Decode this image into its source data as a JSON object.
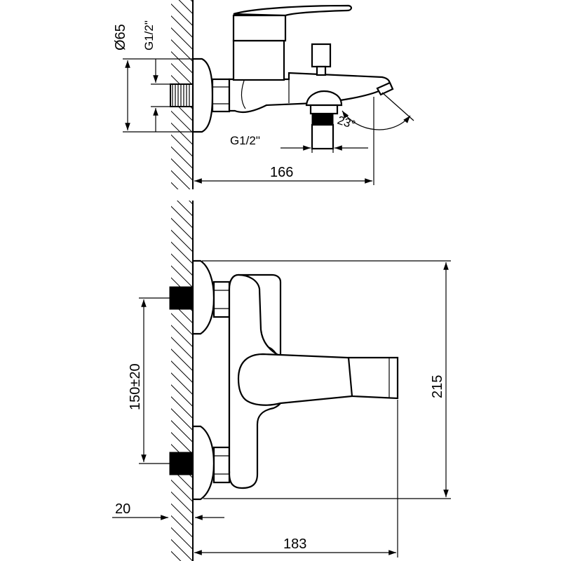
{
  "top_view": {
    "dim_diameter": "Ø65",
    "dim_inlet_thread": "G1/2\"",
    "dim_outlet_thread": "G1/2\"",
    "dim_angle": "23°",
    "dim_depth": "166"
  },
  "front_view": {
    "dim_height": "215",
    "dim_centers": "150±20",
    "dim_wall_offset": "20",
    "dim_width": "183"
  }
}
